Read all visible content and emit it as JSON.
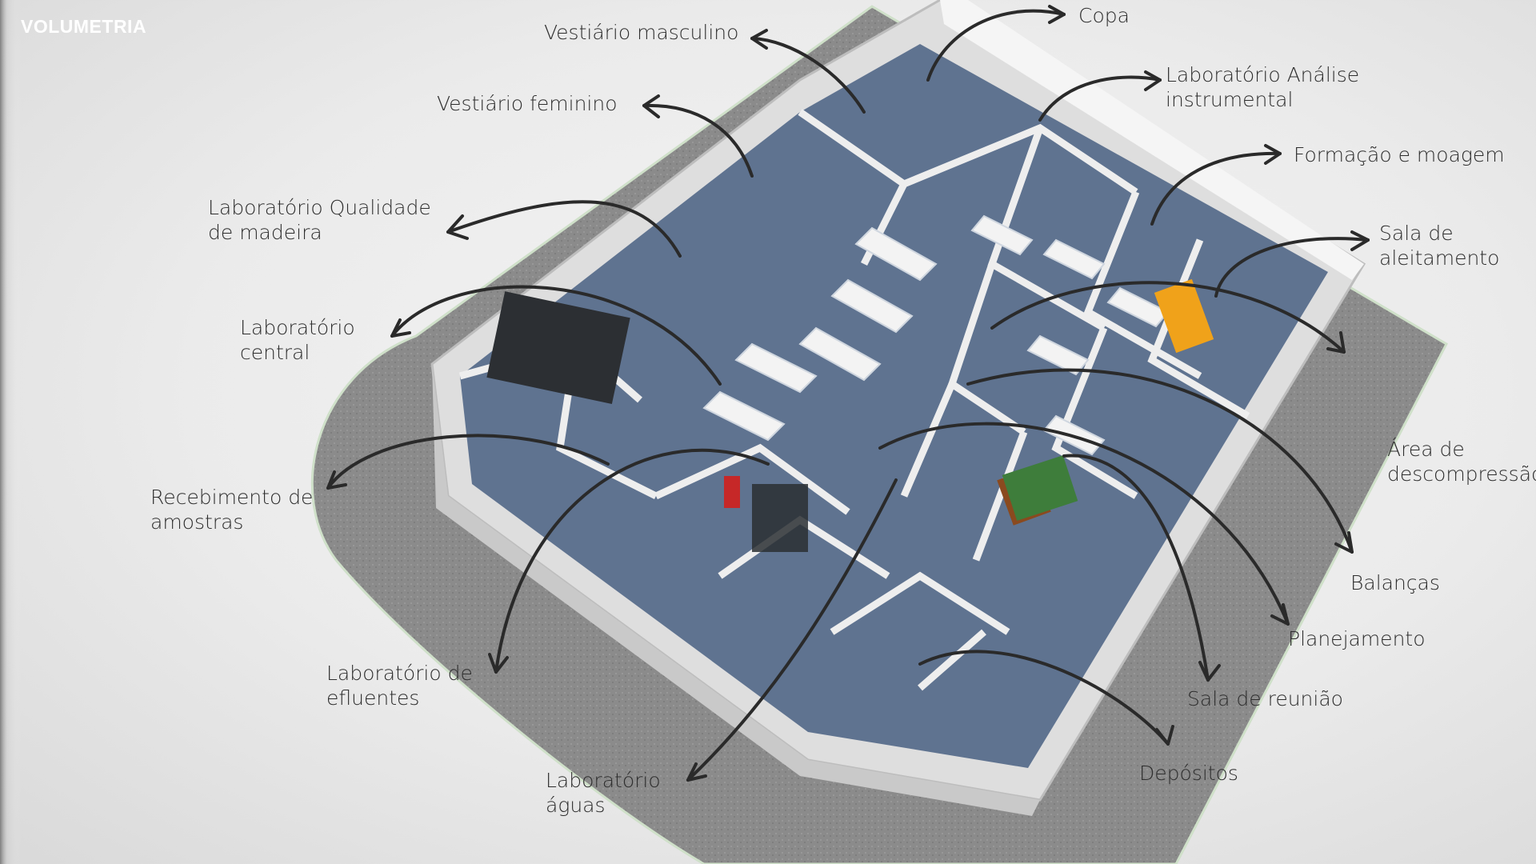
{
  "heading": "VOLUMETRIA",
  "labels": {
    "copa": "Copa",
    "vestiario_masculino": "Vestiário masculino",
    "vestiario_feminino": "Vestiário feminino",
    "lab_analise": [
      "Laboratório Análise",
      "instrumental"
    ],
    "formacao_moagem": "Formação e moagem",
    "sala_aleitamento": [
      "Sala de",
      "aleitamento"
    ],
    "lab_qualidade": [
      "Laboratório Qualidade",
      "de madeira"
    ],
    "lab_central": [
      "Laboratório",
      "central"
    ],
    "area_descompressao": [
      "Área de",
      "descompressão"
    ],
    "recebimento": [
      "Recebimento de",
      "amostras"
    ],
    "balancas": "Balanças",
    "planejamento": "Planejamento",
    "lab_efluentes": [
      "Laboratório de",
      "efluentes"
    ],
    "sala_reuniao": "Sala de reunião",
    "depositos": "Depósitos",
    "lab_aguas": [
      "Laboratório",
      "águas"
    ]
  },
  "colors": {
    "floor": "#5f7390",
    "wall": "#eeeeee",
    "wall_shade": "#c9c9c9",
    "pavement": "#8a8a8a",
    "lawn_edge": "#cfe0c9",
    "arrow": "#2a2a2a",
    "accent_green": "#2f8f3a",
    "accent_orange": "#f0a21a",
    "accent_red": "#c62828"
  }
}
